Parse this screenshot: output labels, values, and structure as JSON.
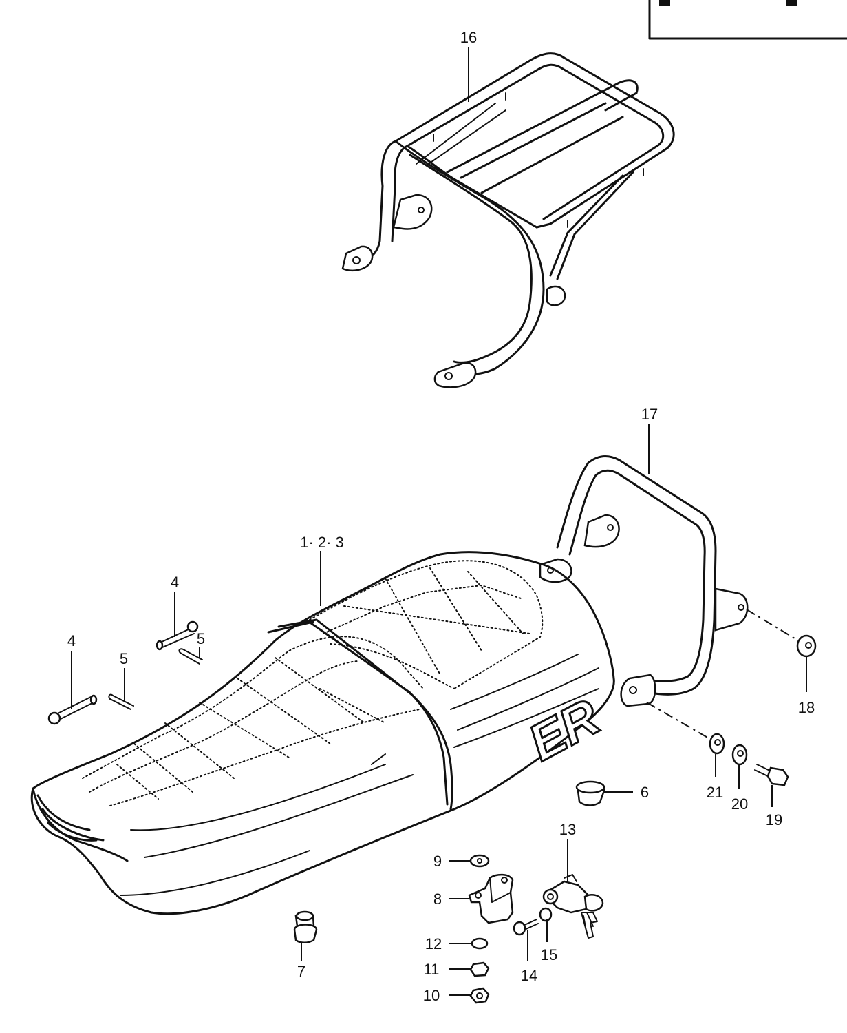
{
  "callouts": {
    "c16": "16",
    "c17": "17",
    "c123": "1· 2· 3",
    "c4a": "4",
    "c4b": "4",
    "c5a": "5",
    "c5b": "5",
    "c6": "6",
    "c7": "7",
    "c8": "8",
    "c9": "9",
    "c10": "10",
    "c11": "11",
    "c12": "12",
    "c13": "13",
    "c14": "14",
    "c15": "15",
    "c18": "18",
    "c19": "19",
    "c20": "20",
    "c21": "21"
  },
  "seat_logo": "ER"
}
